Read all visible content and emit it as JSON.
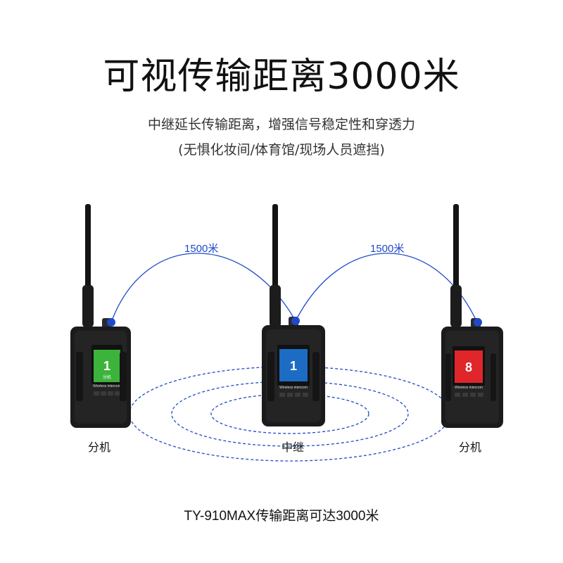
{
  "title": "可视传输距离3000米",
  "subtitle_line1": "中继延长传输距离，增强信号稳定性和穿透力",
  "subtitle_line2": "(无惧化妆间/体育馆/现场人员遮挡)",
  "links": [
    {
      "distance": "1500米"
    },
    {
      "distance": "1500米"
    }
  ],
  "devices": [
    {
      "role": "分机",
      "channel": "1",
      "channel_sub": "分机",
      "screen_color": "#3cb43c",
      "screen_text": "Wireless intercom"
    },
    {
      "role": "中继",
      "channel": "1",
      "channel_sub": "",
      "screen_color": "#1c6cc4",
      "screen_text": "Wireless intercom"
    },
    {
      "role": "分机",
      "channel": "8",
      "channel_sub": "",
      "screen_color": "#e0262a",
      "screen_text": "Wireless intercom"
    }
  ],
  "caption": "TY-910MAX传输距离可达3000米",
  "colors": {
    "signal": "#1f49c8",
    "device_body": "#1b1b1b"
  }
}
